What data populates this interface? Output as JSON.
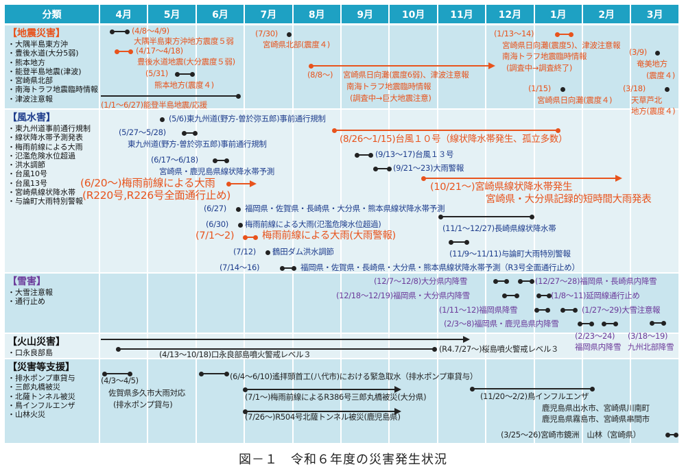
{
  "header": {
    "category_label": "分類",
    "months": [
      "4月",
      "5月",
      "6月",
      "7月",
      "8月",
      "9月",
      "10月",
      "11月",
      "12月",
      "1月",
      "2月",
      "3月"
    ]
  },
  "colors": {
    "header": "#1ea1c3",
    "band_dark": "#c9e5ee",
    "band_light": "#e4f1f5",
    "orange": "#e8531c",
    "blue": "#1d3c8c",
    "purple": "#6b3a9a",
    "black": "#222222"
  },
  "categories": [
    {
      "title": "【地震災害】",
      "title_color": "#e8531c",
      "items": [
        "・大隅半島東方沖",
        "・豊後水道(大分5弱)",
        "・熊本地方",
        "・能登半島地震(津波)",
        "・宮崎県北部",
        "・南海トラフ地震臨時情報",
        "・津波注意報"
      ]
    },
    {
      "title": "【風水害】",
      "title_color": "#1d3c8c",
      "items": [
        "・東九州道事前通行規制",
        "・線状降水帯予測発表",
        "・梅雨前線による大雨",
        "・氾濫危険水位超過",
        "・洪水調節",
        "・台風10号",
        "・台風13号",
        "・宮崎県線状降水帯",
        "・与論町大雨特別警報"
      ]
    },
    {
      "title": "【雪害】",
      "title_color": "#6b3a9a",
      "items": [
        "・大雪注意報",
        "・通行止め"
      ]
    },
    {
      "title": "【火山災害】",
      "title_color": "#111111",
      "items": [
        "・口永良部島"
      ]
    },
    {
      "title": "【災害等支援】",
      "title_color": "#111111",
      "items": [
        "・排水ポンプ車貸与",
        "・三郎丸橋被災",
        "・北薩トンネル被災",
        "・鳥インフルエンザ",
        "・山林火災"
      ]
    }
  ],
  "events": [
    {
      "color": "#e8531c",
      "marker_color": "#222222",
      "labels": [
        "(4/8～4/9)",
        "大隅半島東方沖地方震度５弱"
      ]
    },
    {
      "color": "#e8531c",
      "marker_color": "#e8531c",
      "labels": [
        "(4/17～4/18)",
        "豊後水道地震(大分震度５弱)"
      ]
    },
    {
      "color": "#e8531c",
      "marker_color": "#222222",
      "labels": [
        "(5/31)",
        "熊本地方(震度４)"
      ]
    },
    {
      "color": "#e8531c",
      "marker_color": "#222222",
      "labels": [
        "(1/1～6/27)能登半島地震/応援"
      ]
    },
    {
      "color": "#e8531c",
      "marker_color": "#222222",
      "labels": [
        "(7/30)",
        "宮崎県北部(震度４)"
      ]
    },
    {
      "color": "#e8531c",
      "marker_color": "#e8531c",
      "labels": [
        "(8/8～)",
        "宮崎県日向灘(震度6弱)、津波注意報",
        "南海トラフ地震臨時情報",
        "(調査中→巨大地震注意)"
      ]
    },
    {
      "color": "#e8531c",
      "marker_color": "#e8531c",
      "labels": [
        "(1/13～14)",
        "宮崎県日向灘(震度5)、津波注意報",
        "南海トラフ地震臨時情報",
        "(調査中→調査終了)"
      ]
    },
    {
      "color": "#e8531c",
      "marker_color": "#222222",
      "labels": [
        "(3/9)",
        "奄美地方",
        "(震度４)"
      ]
    },
    {
      "color": "#e8531c",
      "marker_color": "#222222",
      "labels": [
        "(1/15)",
        "宮崎県日向灘(震度４)"
      ]
    },
    {
      "color": "#e8531c",
      "marker_color": "#222222",
      "labels": [
        "(3/18)",
        "天草芦北",
        "地方(震度４)"
      ]
    },
    {
      "color": "#1d3c8c",
      "marker_color": "#222222",
      "labels": [
        "(5/6)東九州道(野方-曽於弥五郎)事前通行規制"
      ]
    },
    {
      "color": "#1d3c8c",
      "marker_color": "#222222",
      "labels": [
        "(5/27～5/28)",
        "東九州道(野方-曽於弥五郎)事前通行規制"
      ]
    },
    {
      "color": "#1d3c8c",
      "marker_color": "#222222",
      "labels": [
        "(6/17～6/18)",
        "宮崎県・鹿児島県線状降水帯予測"
      ]
    },
    {
      "color": "#e8531c",
      "marker_color": "#e8531c",
      "labels": [
        "(6/20～)梅雨前線による大雨",
        "(R220号,R226号全面通行止め)"
      ]
    },
    {
      "color": "#e8531c",
      "marker_color": "#e8531c",
      "labels": [
        "(8/26～1/15)台風１０号（線状降水帯発生、孤立多数）"
      ]
    },
    {
      "color": "#1d3c8c",
      "marker_color": "#222222",
      "labels": [
        "(9/13～17)台風１３号"
      ]
    },
    {
      "color": "#1d3c8c",
      "marker_color": "#222222",
      "labels": [
        "(9/21～23)大雨警報"
      ]
    },
    {
      "color": "#e8531c",
      "marker_color": "#e8531c",
      "labels": [
        "(10/21～)宮崎県線状降水帯発生",
        "宮崎県・大分県記録的短時間大雨発表"
      ]
    },
    {
      "color": "#1d3c8c",
      "marker_color": "#222222",
      "labels": [
        "(6/27)",
        "福岡県・佐賀県・長崎県・大分県・熊本県線状降水帯予測"
      ]
    },
    {
      "color": "#1d3c8c",
      "marker_color": "#222222",
      "labels": [
        "(11/1～12/27)長崎県線状降水帯"
      ]
    },
    {
      "color": "#1d3c8c",
      "marker_color": "#222222",
      "labels": [
        "(6/30)",
        "梅雨前線による大雨(氾濫危険水位超過)"
      ]
    },
    {
      "color": "#e8531c",
      "marker_color": "#e8531c",
      "labels": [
        "(7/1～2)",
        "梅雨前線による大雨(大雨警報)"
      ]
    },
    {
      "color": "#1d3c8c",
      "marker_color": "#222222",
      "labels": [
        "(11/9～11/11)与論町大雨特別警報"
      ]
    },
    {
      "color": "#1d3c8c",
      "marker_color": "#222222",
      "labels": [
        "(7/12)",
        "鶴田ダム洪水調節"
      ]
    },
    {
      "color": "#1d3c8c",
      "marker_color": "#222222",
      "labels": [
        "(7/14～16)",
        "福岡県・佐賀県・長崎県・大分県・熊本県線状降水帯予測（R3号全面通行止め）"
      ]
    },
    {
      "color": "#6b3a9a",
      "marker_color": "#222222",
      "labels": [
        "(12/7～12/8)大分県内降雪"
      ]
    },
    {
      "color": "#6b3a9a",
      "marker_color": "#222222",
      "labels": [
        "(12/27～28)福岡県・長崎県内降雪"
      ]
    },
    {
      "color": "#6b3a9a",
      "marker_color": "#222222",
      "labels": [
        "(12/18～12/19)福岡県・大分県内降雪"
      ]
    },
    {
      "color": "#6b3a9a",
      "marker_color": "#222222",
      "labels": [
        "(1/8～11)延岡線通行止め"
      ]
    },
    {
      "color": "#6b3a9a",
      "marker_color": "#222222",
      "labels": [
        "(1/11～12)福岡県降雪"
      ]
    },
    {
      "color": "#6b3a9a",
      "marker_color": "#222222",
      "labels": [
        "(1/27～29)大雪注意報"
      ]
    },
    {
      "color": "#6b3a9a",
      "marker_color": "#222222",
      "labels": [
        "(2/3～8)福岡県・鹿児島県内降雪"
      ]
    },
    {
      "color": "#6b3a9a",
      "marker_color": "#222222",
      "labels": [
        "(2/23～24)",
        "福岡県内降雪"
      ]
    },
    {
      "color": "#6b3a9a",
      "marker_color": "#222222",
      "labels": [
        "(3/18～19)",
        "九州北部降雪"
      ]
    },
    {
      "color": "#222222",
      "marker_color": "#222222",
      "labels": [
        "(4/13～10/18)口永良部島噴火警戒レベル３"
      ]
    },
    {
      "color": "#222222",
      "marker_color": "#222222",
      "labels": [
        "(R4.7/27～)桜島噴火警戒レベル３"
      ]
    },
    {
      "color": "#222222",
      "marker_color": "#222222",
      "labels": [
        "(4/3～4/5)",
        "佐賀県多久市大雨対応",
        "(排水ポンプ貸与)"
      ]
    },
    {
      "color": "#222222",
      "marker_color": "#222222",
      "labels": [
        "(6/4～6/10)遙拝頭首工(八代市)における緊急取水（排水ポンプ車貸与）"
      ]
    },
    {
      "color": "#222222",
      "marker_color": "#222222",
      "labels": [
        "(7/1～)梅雨前線によるR386号三郎丸橋被災(大分県)"
      ]
    },
    {
      "color": "#222222",
      "marker_color": "#222222",
      "labels": [
        "(7/26～)R504号北薩トンネル被災(鹿児島県)"
      ]
    },
    {
      "color": "#222222",
      "marker_color": "#222222",
      "labels": [
        "(11/20～2/2)鳥インフルエンザ",
        "鹿児島県出水市、宮崎県川南町",
        "鹿児島県霧島市、宮崎県串間市"
      ]
    },
    {
      "color": "#222222",
      "marker_color": "#222222",
      "labels": [
        "(3/25～26)宮崎市鏡洲　山林（宮崎県）"
      ]
    }
  ],
  "caption": "図－１　令和６年度の災害発生状況"
}
